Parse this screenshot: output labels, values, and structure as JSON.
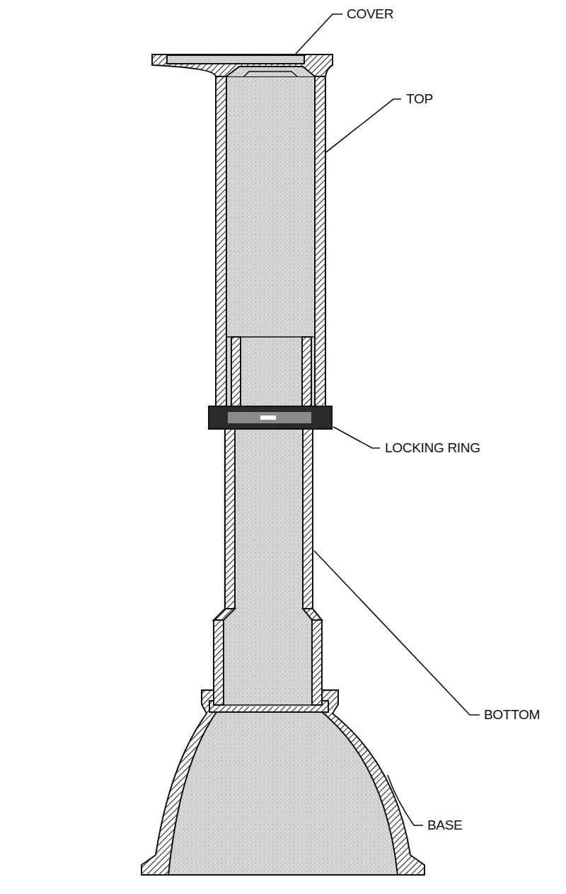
{
  "diagram": {
    "labels": [
      "COVER",
      "TOP",
      "LOCKING RING",
      "BOTTOM",
      "BASE"
    ]
  }
}
